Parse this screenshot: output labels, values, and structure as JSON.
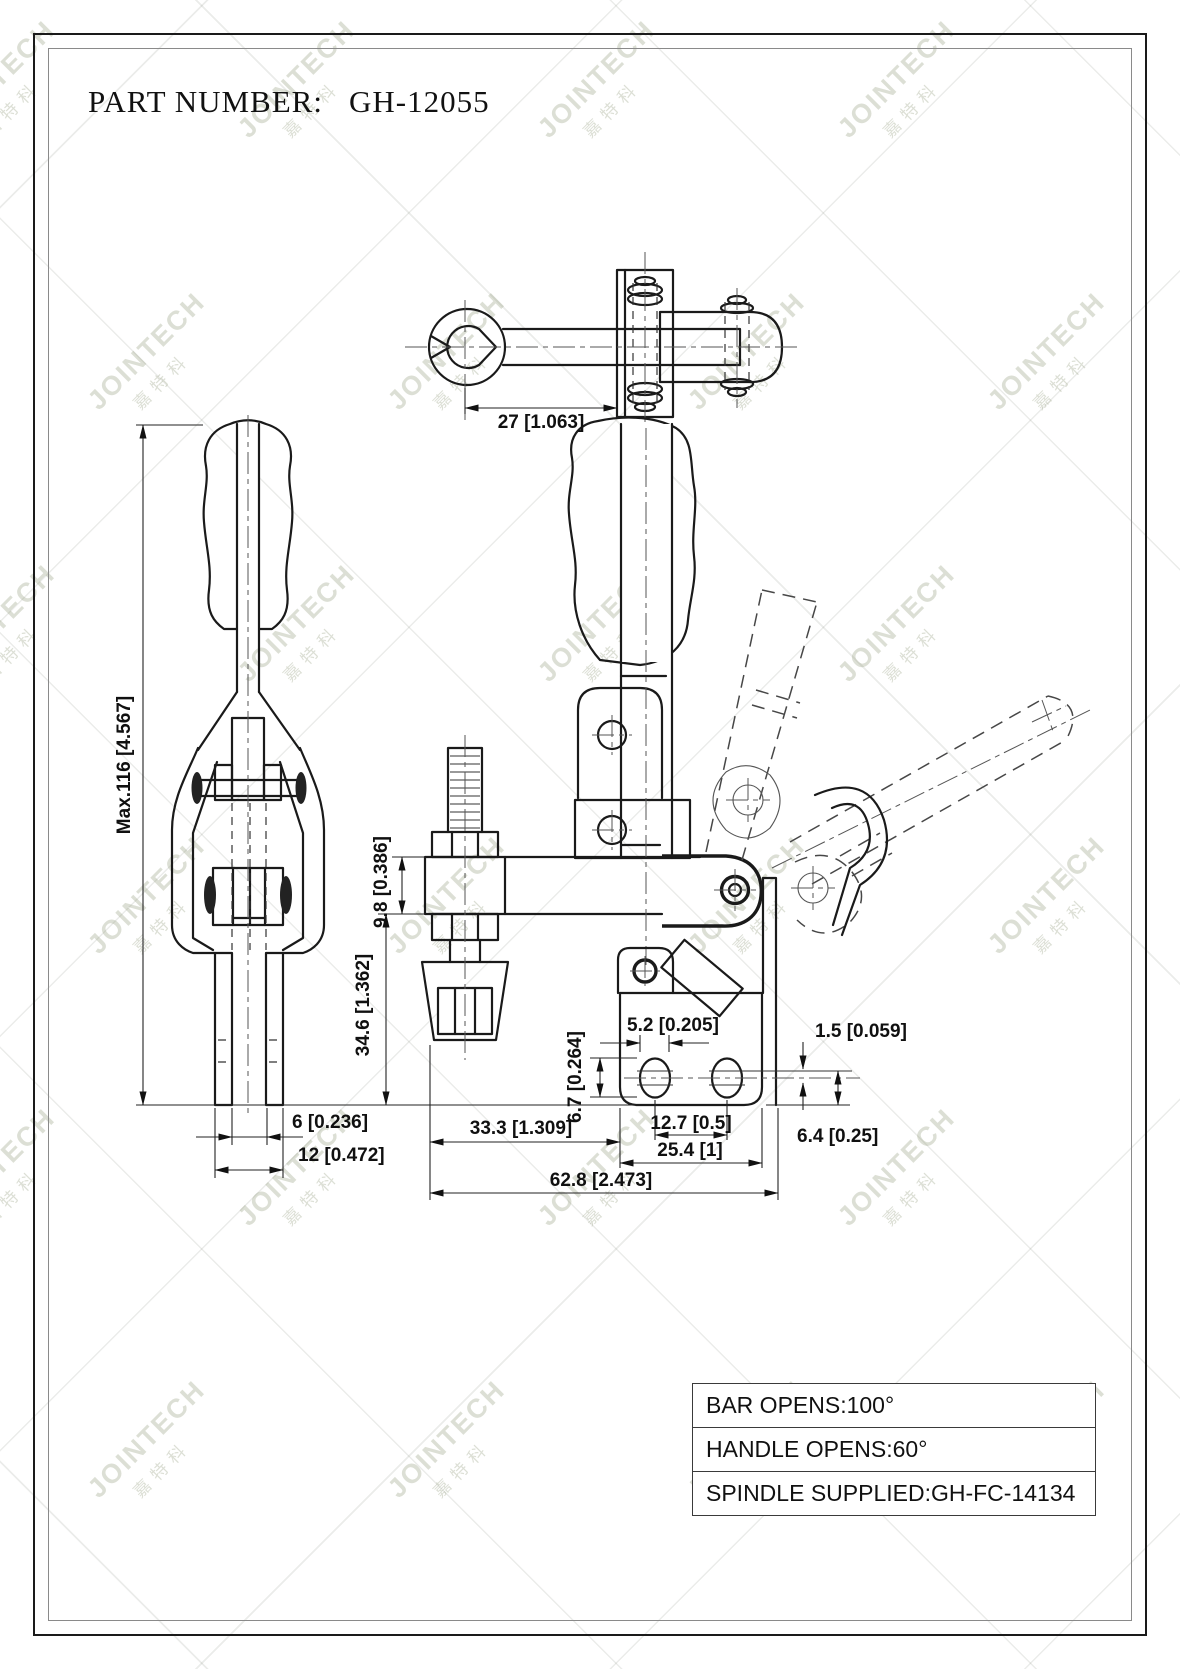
{
  "page": {
    "title_label": "PART NUMBER:",
    "part_number": "GH-12055"
  },
  "watermark": {
    "brand": "JOINTECH",
    "brand_cn": "嘉特科"
  },
  "drawing": {
    "dims": {
      "top_width": "27 [1.063]",
      "overall_height": "Max.116 [4.567]",
      "prong_gap": "6 [0.236]",
      "prong_span": "12 [0.472]",
      "bar_thickness": "9.8 [0.386]",
      "bar_to_base": "34.6 [1.362]",
      "slot_width": "5.2 [0.205]",
      "plate_offset": "1.5 [0.059]",
      "slot_height": "6.7 [0.264]",
      "hole_spacing": "12.7 [0.5]",
      "base_width": "25.4 [1]",
      "spindle_to_base": "33.3 [1.309]",
      "flange_offset": "6.4 [0.25]",
      "overall_width": "62.8 [2.473]"
    }
  },
  "spec_table": {
    "rows": [
      "BAR OPENS:100°",
      "HANDLE OPENS:60°",
      "SPINDLE SUPPLIED:GH-FC-14134"
    ]
  }
}
